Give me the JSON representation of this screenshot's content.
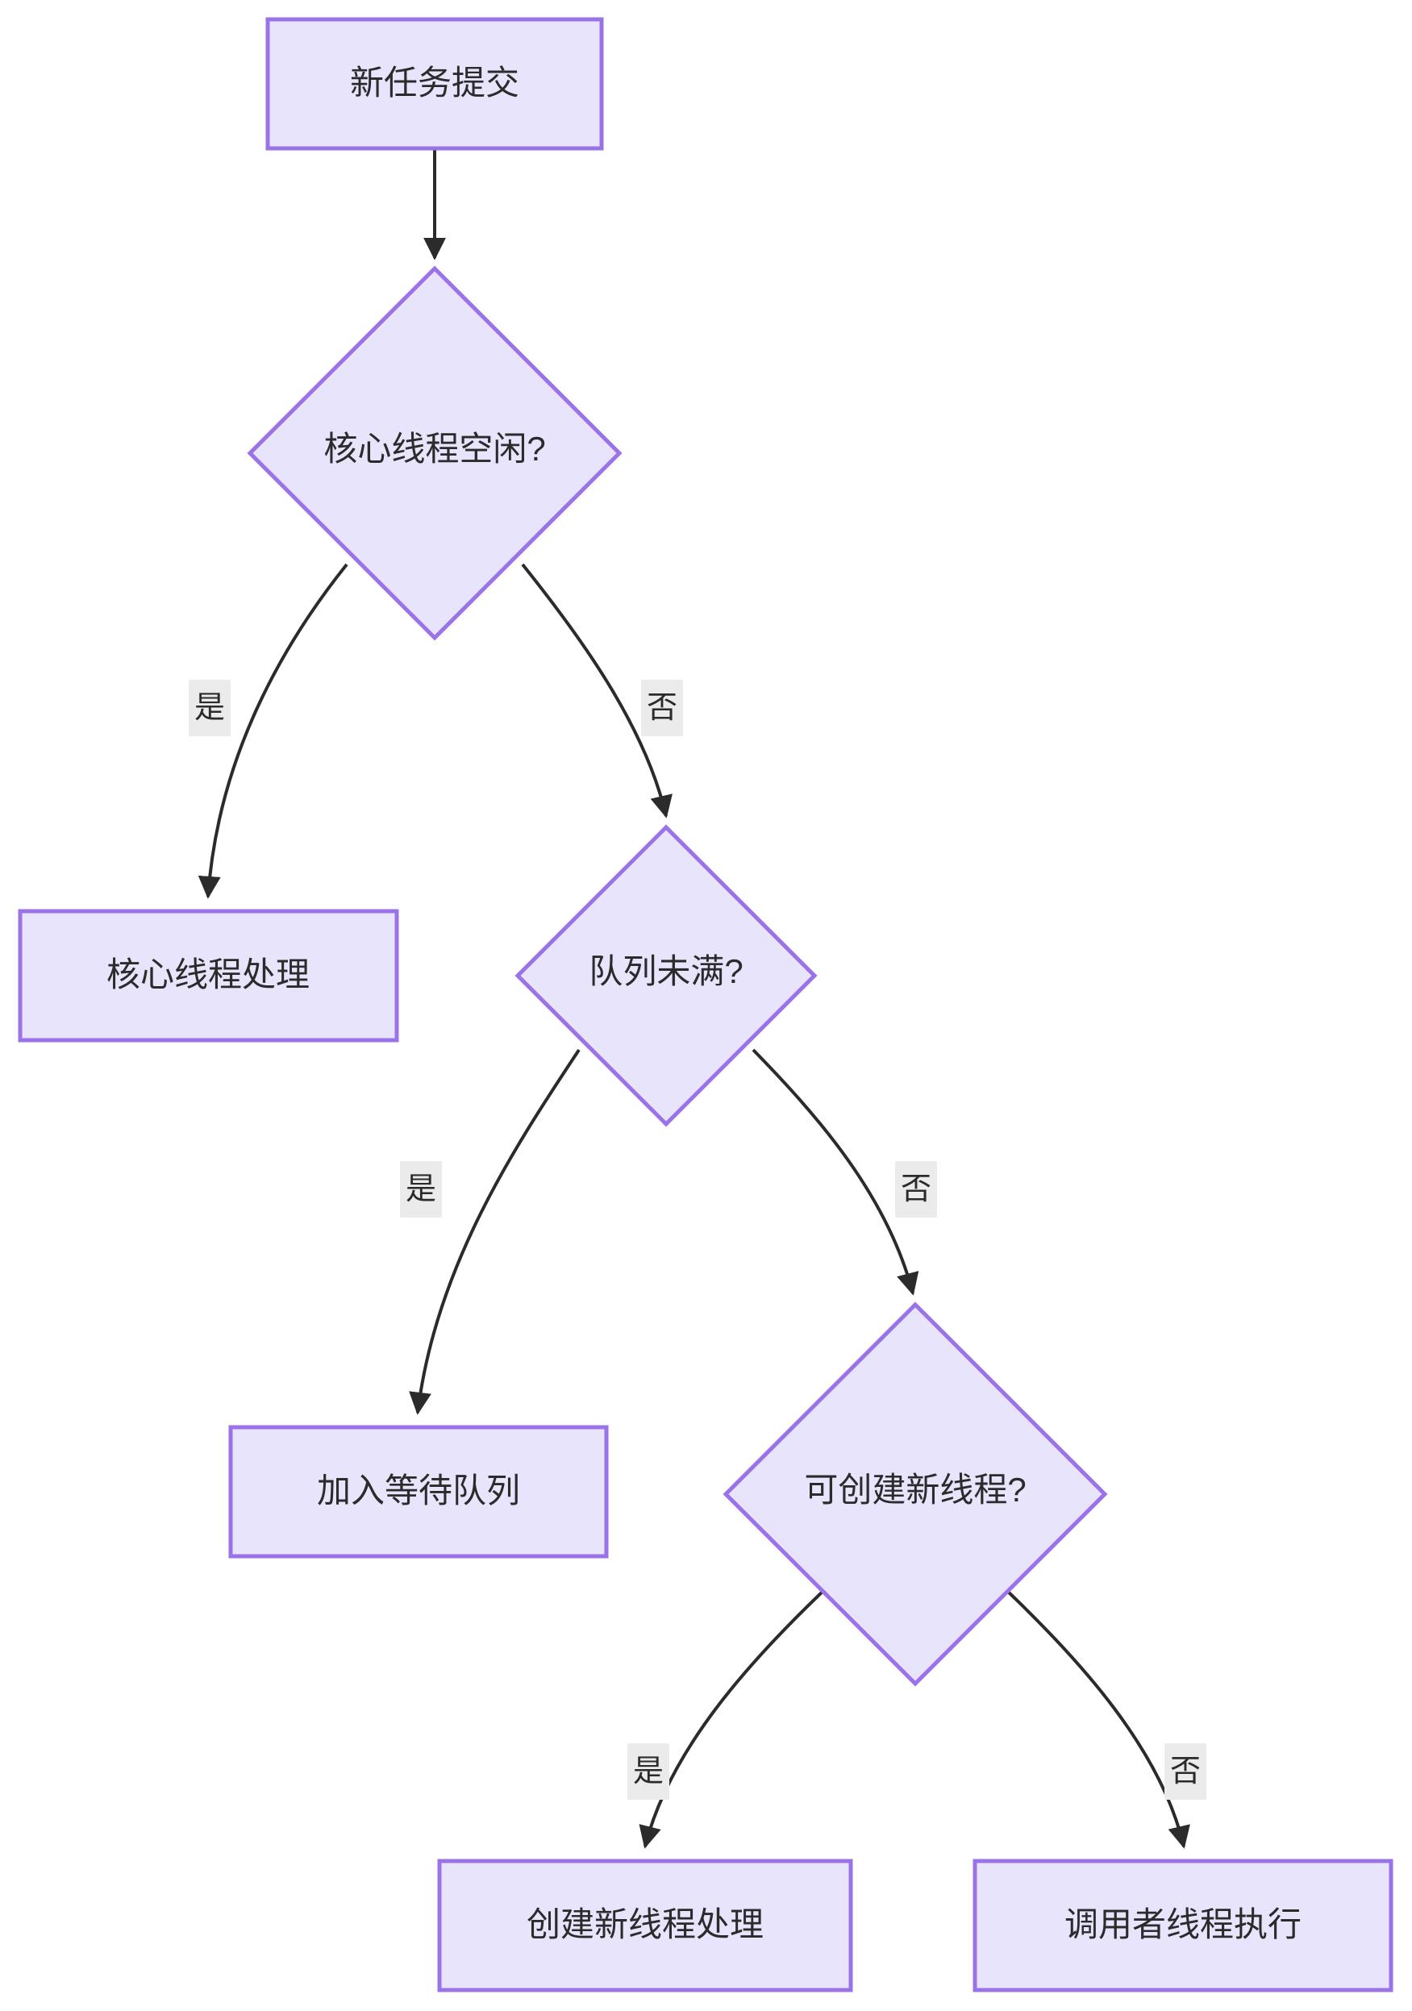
{
  "diagram": {
    "type": "flowchart",
    "direction": "top-down",
    "theme": {
      "node_fill": "#e8e4fb",
      "node_stroke": "#9a73e8",
      "edge_stroke": "#2b2b2b",
      "edge_label_background": "#ebebeb",
      "text_color": "#2b2b2b",
      "canvas_background": "#ffffff"
    },
    "nodes": [
      {
        "id": "n1",
        "shape": "rect",
        "label": "新任务提交"
      },
      {
        "id": "n2",
        "shape": "diamond",
        "label": "核心线程空闲?"
      },
      {
        "id": "n3",
        "shape": "rect",
        "label": "核心线程处理"
      },
      {
        "id": "n4",
        "shape": "diamond",
        "label": "队列未满?"
      },
      {
        "id": "n5",
        "shape": "rect",
        "label": "加入等待队列"
      },
      {
        "id": "n6",
        "shape": "diamond",
        "label": "可创建新线程?"
      },
      {
        "id": "n7",
        "shape": "rect",
        "label": "创建新线程处理"
      },
      {
        "id": "n8",
        "shape": "rect",
        "label": "调用者线程执行"
      }
    ],
    "edges": [
      {
        "from": "n1",
        "to": "n2",
        "label": ""
      },
      {
        "from": "n2",
        "to": "n3",
        "label": "是"
      },
      {
        "from": "n2",
        "to": "n4",
        "label": "否"
      },
      {
        "from": "n4",
        "to": "n5",
        "label": "是"
      },
      {
        "from": "n4",
        "to": "n6",
        "label": "否"
      },
      {
        "from": "n6",
        "to": "n7",
        "label": "是"
      },
      {
        "from": "n6",
        "to": "n8",
        "label": "否"
      }
    ]
  }
}
